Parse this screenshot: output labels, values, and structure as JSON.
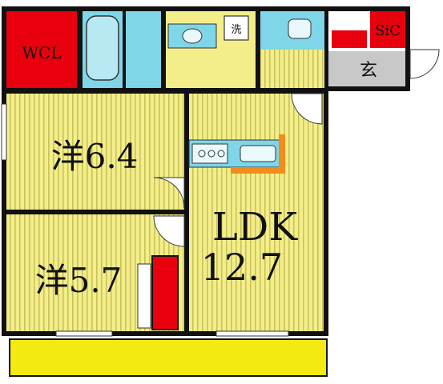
{
  "rooms": {
    "wcl": "WCL",
    "sic": "SiC",
    "entrance": "玄",
    "laundry": "洗",
    "western1": "洋6.4",
    "western2": "洋5.7",
    "ldk_name": "LDK",
    "ldk_size": "12.7"
  },
  "colors": {
    "storage_red": "#e8000e",
    "floor_yellow": "#f3ee8a",
    "stripe": "#c9c25c",
    "water_blue": "#7fd6e8",
    "entrance_gray": "#c8c8c8",
    "kitchen_orange": "#f28c1a",
    "balcony_yellow": "#f2ea10",
    "wall": "#111111"
  }
}
